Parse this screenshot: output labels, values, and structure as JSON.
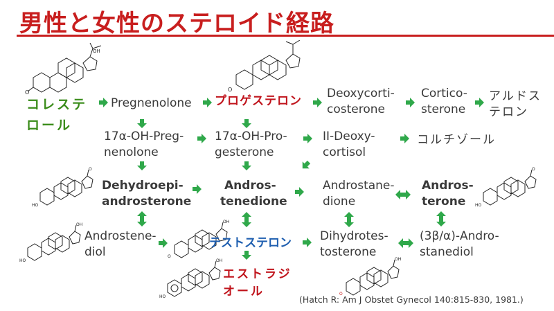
{
  "title": "男性と女性のステロイド経路",
  "nodes": {
    "cholesterol": [
      "コレステ",
      "ロール"
    ],
    "pregnenolone": [
      "Pregnenolone"
    ],
    "progesterone": [
      "プロゲステロン"
    ],
    "deoxycorticosterone": [
      "Deoxycorti-",
      "costerone"
    ],
    "corticosterone": [
      "Cortico-",
      "sterone"
    ],
    "aldosterone": [
      "アルドス",
      "テロン"
    ],
    "oh17_pregnenolone": [
      "17α-OH-Preg-",
      "nenolone"
    ],
    "oh17_progesterone": [
      "17α-OH-Pro-",
      "gesterone"
    ],
    "deoxycortisol": [
      "II-Deoxy-",
      "cortisol"
    ],
    "cortisol": [
      "コルチゾール"
    ],
    "dhea": [
      "Dehydroepi-",
      "androsterone"
    ],
    "androstenedione": [
      "Andros-",
      "tenedione"
    ],
    "androstanedione": [
      "Androstane-",
      "dione"
    ],
    "androsterone": [
      "Andros-",
      "terone"
    ],
    "androstenediol": [
      "Androstene-",
      "diol"
    ],
    "testosterone": [
      "テストステロン"
    ],
    "dihydrotestosterone": [
      "Dihydrotes-",
      "tosterone"
    ],
    "androstanediol": [
      "(3β/α)-Andro-",
      "stanediol"
    ],
    "estradiol": [
      "エストラジ",
      "オール"
    ]
  },
  "citation": "(Hatch R: Am J Obstet Gynecol 140:815-830, 1981.)",
  "colors": {
    "title": "#c81e1e",
    "arrow": "#2fa84a",
    "cholesterol": "#3a8c1a",
    "red_label": "#c0141c",
    "blue_label": "#1f5fb0"
  }
}
